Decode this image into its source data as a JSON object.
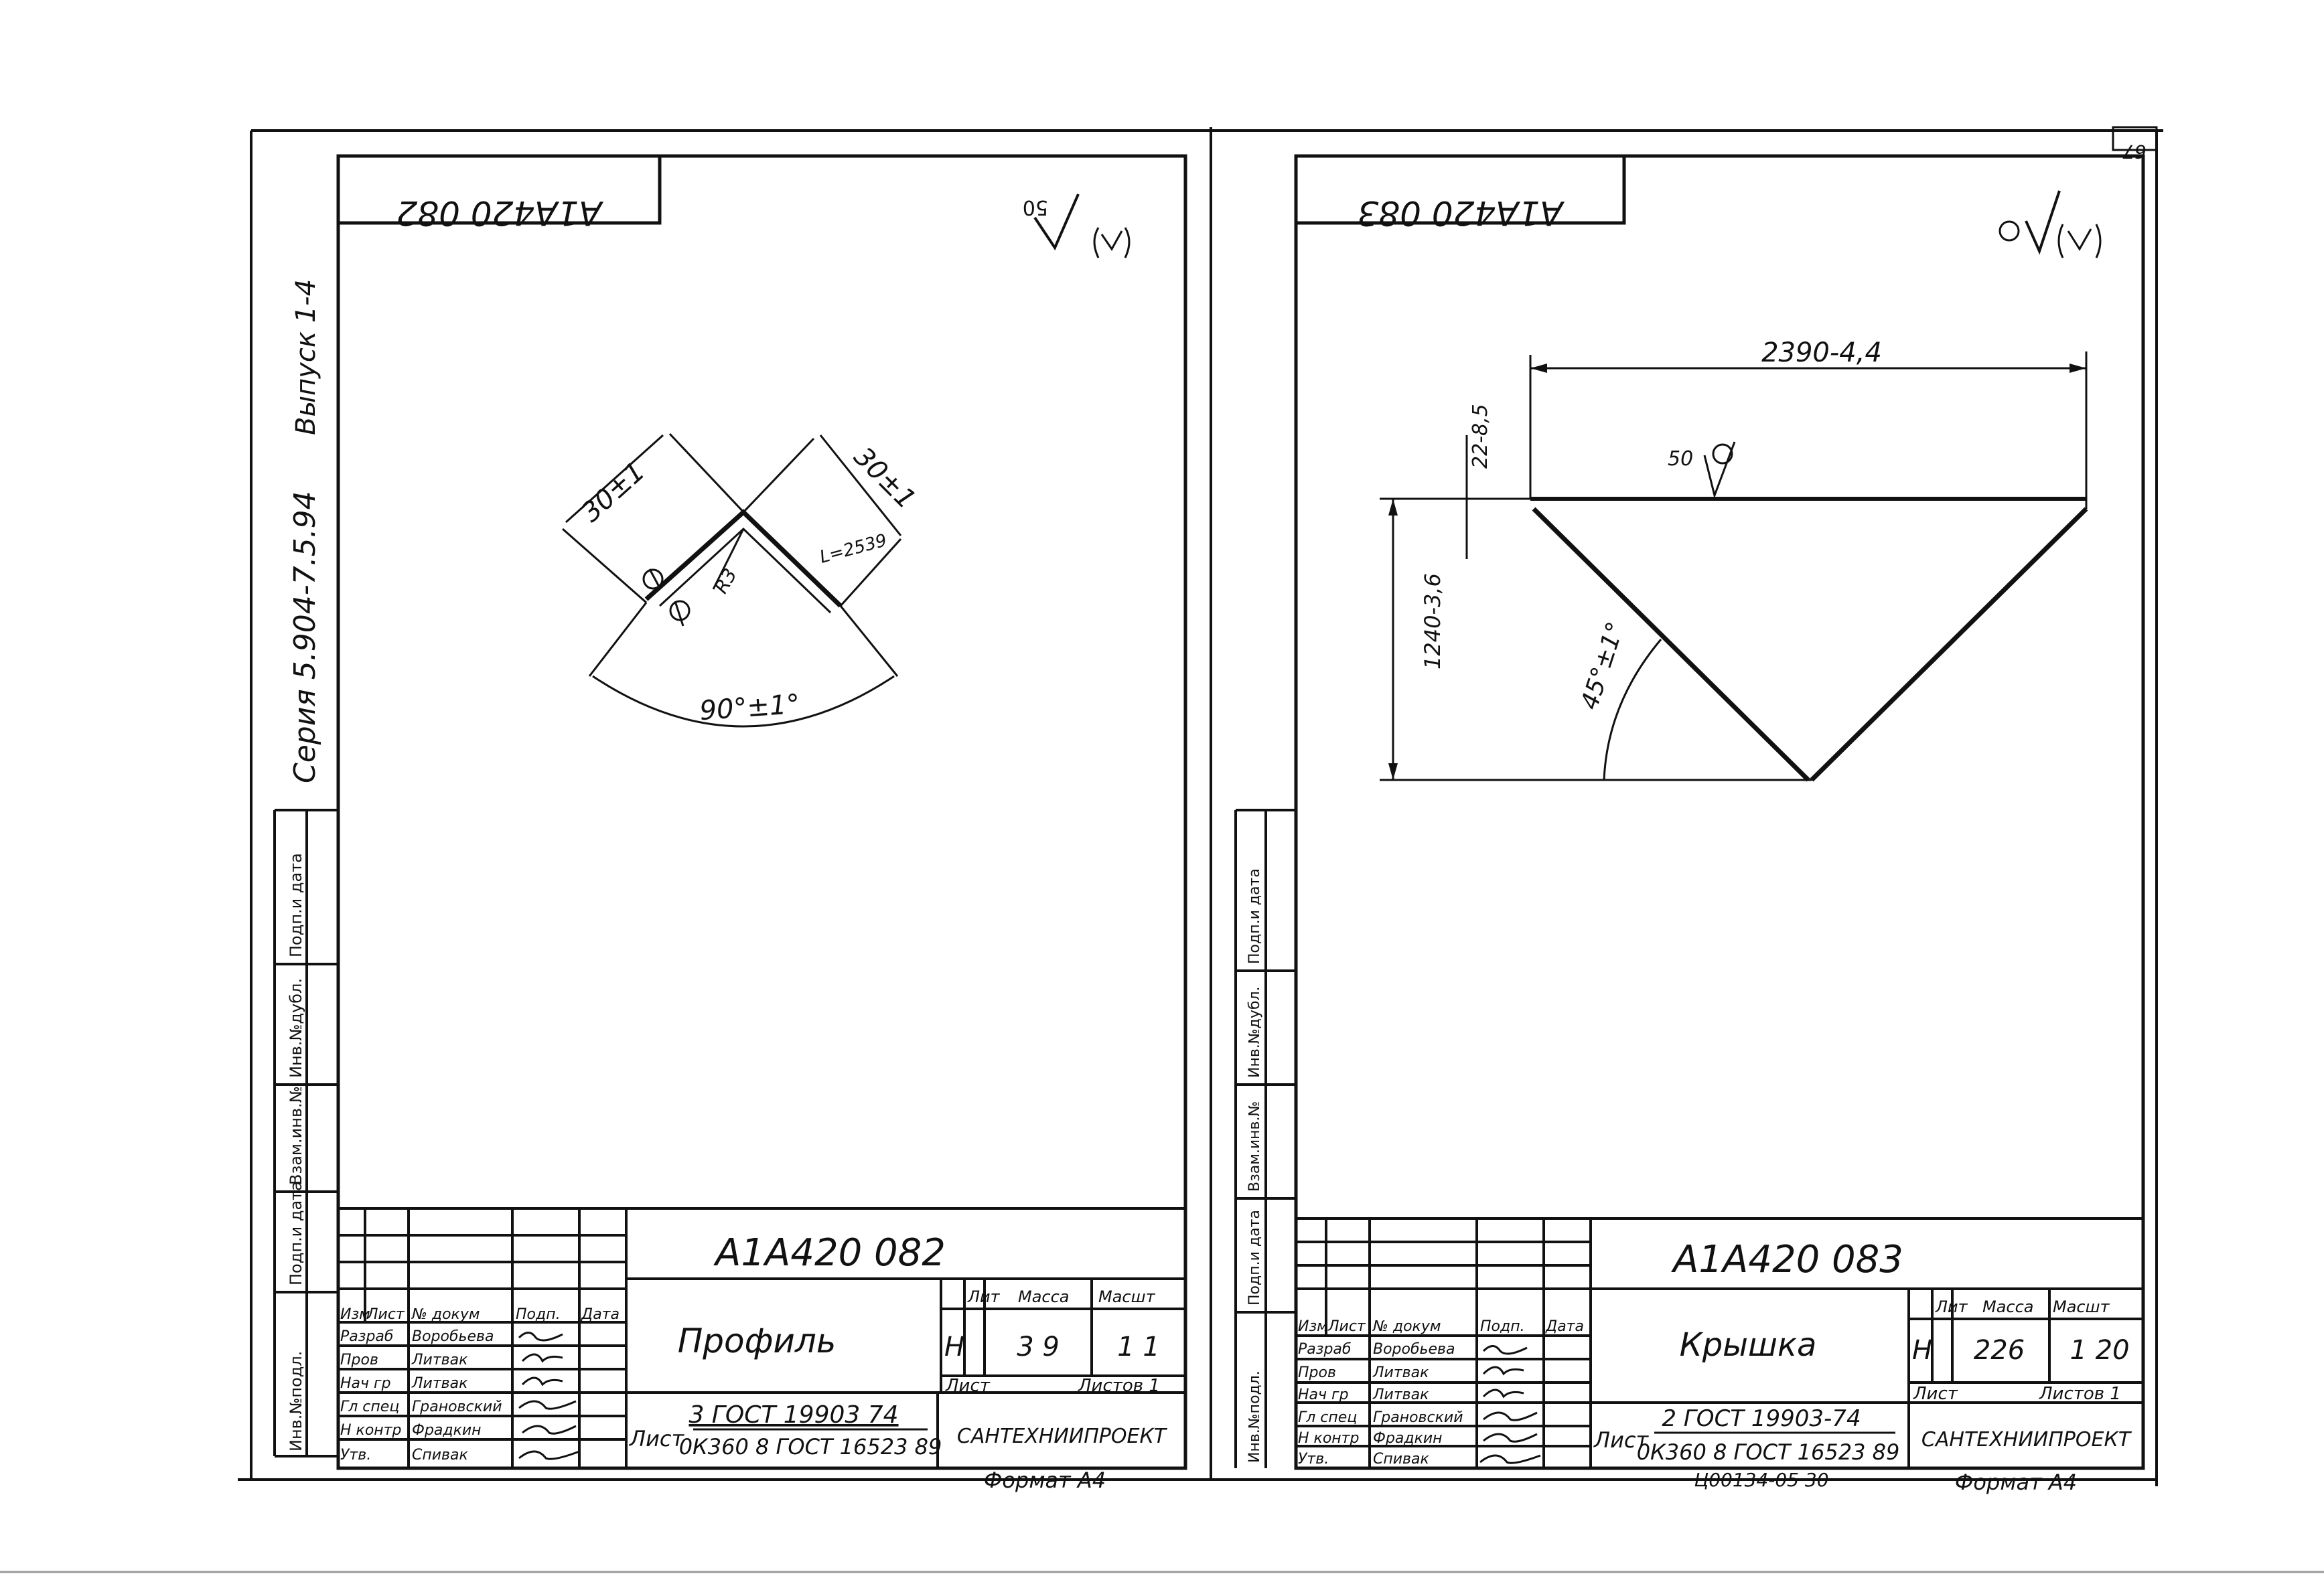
{
  "page_number": "67",
  "series_label": "Серия 5.904-7.5.94",
  "issue_label": "Выпуск 1-4",
  "left_sheet": {
    "code_flipped": "А1А420 082",
    "roughness_mark": "50",
    "dim_leg_1": "30±1",
    "dim_leg_2": "30±1",
    "dim_length": "L=2539",
    "dim_radius": "R3",
    "dim_angle": "90°±1°",
    "side_labels": [
      "Инв.№подл.",
      "Подп.и дата",
      "Взам.инв.№",
      "Инв.№дубл.",
      "Подп.и дата"
    ],
    "title_block": {
      "designation": "А1А420 082",
      "name": "Профиль",
      "headers": [
        "Изм",
        "Лист",
        "№ докум",
        "Подп.",
        "Дата"
      ],
      "rows": [
        {
          "role": "Разраб",
          "person": "Воробьева"
        },
        {
          "role": "Пров",
          "person": "Литвак"
        },
        {
          "role": "Нач гр",
          "person": "Литвак"
        },
        {
          "role": "Гл спец",
          "person": "Грановский"
        },
        {
          "role": "Н контр",
          "person": "Фрадкин"
        },
        {
          "role": "Утв.",
          "person": "Спивак"
        }
      ],
      "lit_label": "Лит",
      "mass_label": "Масса",
      "scale_label": "Масшт",
      "lit_value": "Н",
      "mass_value": "3 9",
      "scale_value": "1 1",
      "sheet_label": "Лист",
      "sheets_label": "Листов 1",
      "list_label": "Лист",
      "material_line1": "3 ГОСТ 19903 74",
      "material_line2": "0К360 8 ГОСТ 16523 89",
      "org": "САНТЕХНИИПРОЕКТ",
      "format": "Формат А4"
    }
  },
  "right_sheet": {
    "code_flipped": "А1А420 083",
    "dim_width": "2390-4,4",
    "dim_thickness": "22-8,5",
    "dim_height": "1240-3,6",
    "roughness_mark": "50",
    "dim_angle": "45°±1°",
    "side_labels": [
      "Инв.№подл.",
      "Подп.и дата",
      "Взам.инв.№",
      "Инв.№дубл.",
      "Подп.и дата"
    ],
    "title_block": {
      "designation": "А1А420 083",
      "name": "Крышка",
      "headers": [
        "Изм",
        "Лист",
        "№ докум",
        "Подп.",
        "Дата"
      ],
      "rows": [
        {
          "role": "Разраб",
          "person": "Воробьева"
        },
        {
          "role": "Пров",
          "person": "Литвак"
        },
        {
          "role": "Нач гр",
          "person": "Литвак"
        },
        {
          "role": "Гл спец",
          "person": "Грановский"
        },
        {
          "role": "Н контр",
          "person": "Фрадкин"
        },
        {
          "role": "Утв.",
          "person": "Спивак"
        }
      ],
      "lit_label": "Лит",
      "mass_label": "Масса",
      "scale_label": "Масшт",
      "lit_value": "Н",
      "mass_value": "226",
      "scale_value": "1 20",
      "sheet_label": "Лист",
      "sheets_label": "Листов 1",
      "list_label": "Лист",
      "material_line1": "2 ГОСТ 19903-74",
      "material_line2": "0К360 8 ГОСТ 16523 89",
      "org": "САНТЕХНИИПРОЕКТ",
      "format": "Формат А4",
      "stamp": "Ц00134-05   30"
    }
  }
}
